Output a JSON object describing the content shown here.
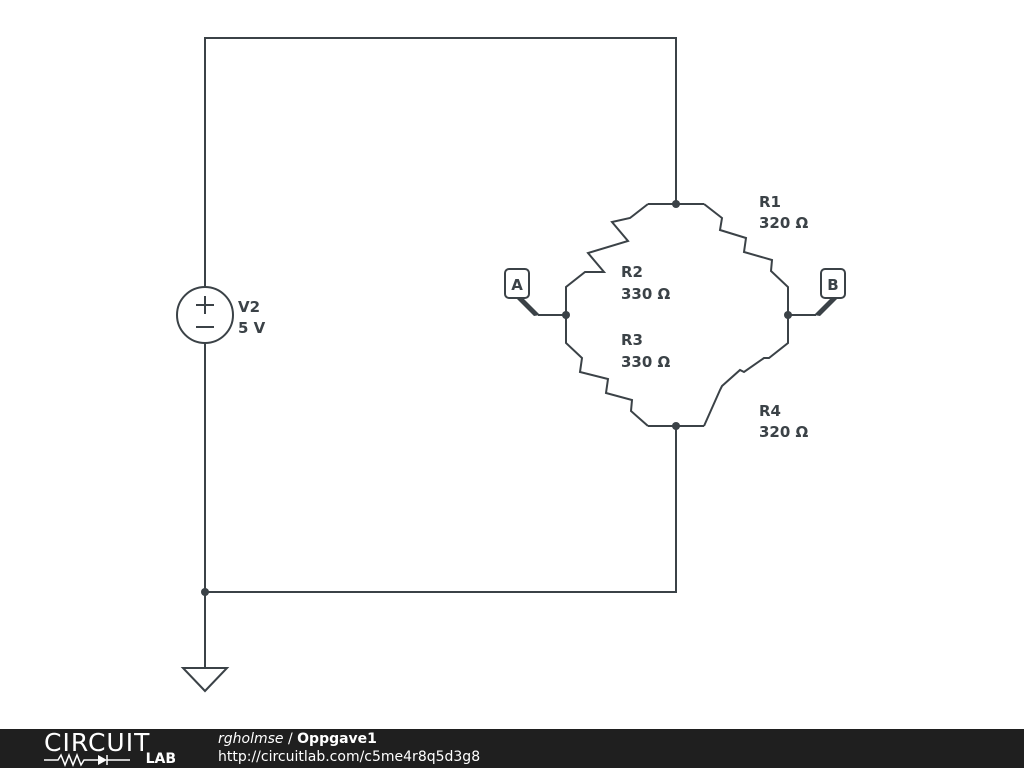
{
  "components": {
    "v2": {
      "name": "V2",
      "value": "5 V"
    },
    "r1": {
      "name": "R1",
      "value": "320 Ω"
    },
    "r2": {
      "name": "R2",
      "value": "330 Ω"
    },
    "r3": {
      "name": "R3",
      "value": "330 Ω"
    },
    "r4": {
      "name": "R4",
      "value": "320 Ω"
    }
  },
  "probes": {
    "a": "A",
    "b": "B"
  },
  "footer": {
    "logo_top": "CIRCUIT",
    "logo_bottom": "LAB",
    "author": "rgholmse",
    "separator": " / ",
    "title": "Oppgave1",
    "url": "http://circuitlab.com/c5me4r8q5d3g8"
  },
  "colors": {
    "wire": "#3b4247",
    "footer_bg": "#1f1f1f"
  }
}
